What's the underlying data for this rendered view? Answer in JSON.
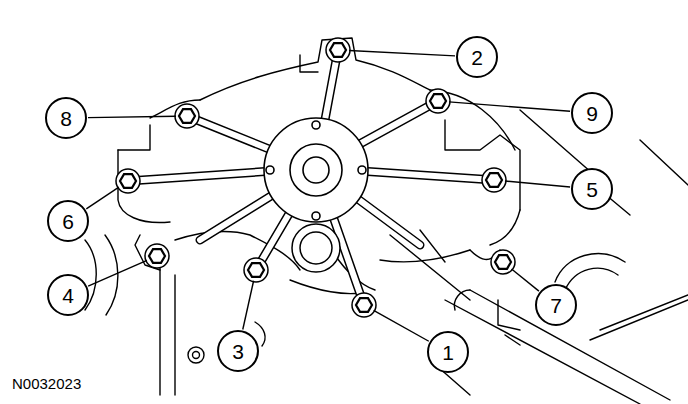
{
  "diagram": {
    "labels": [
      "2",
      "8",
      "9",
      "6",
      "5",
      "4",
      "7",
      "3",
      "1",
      "N0032023"
    ]
  }
}
